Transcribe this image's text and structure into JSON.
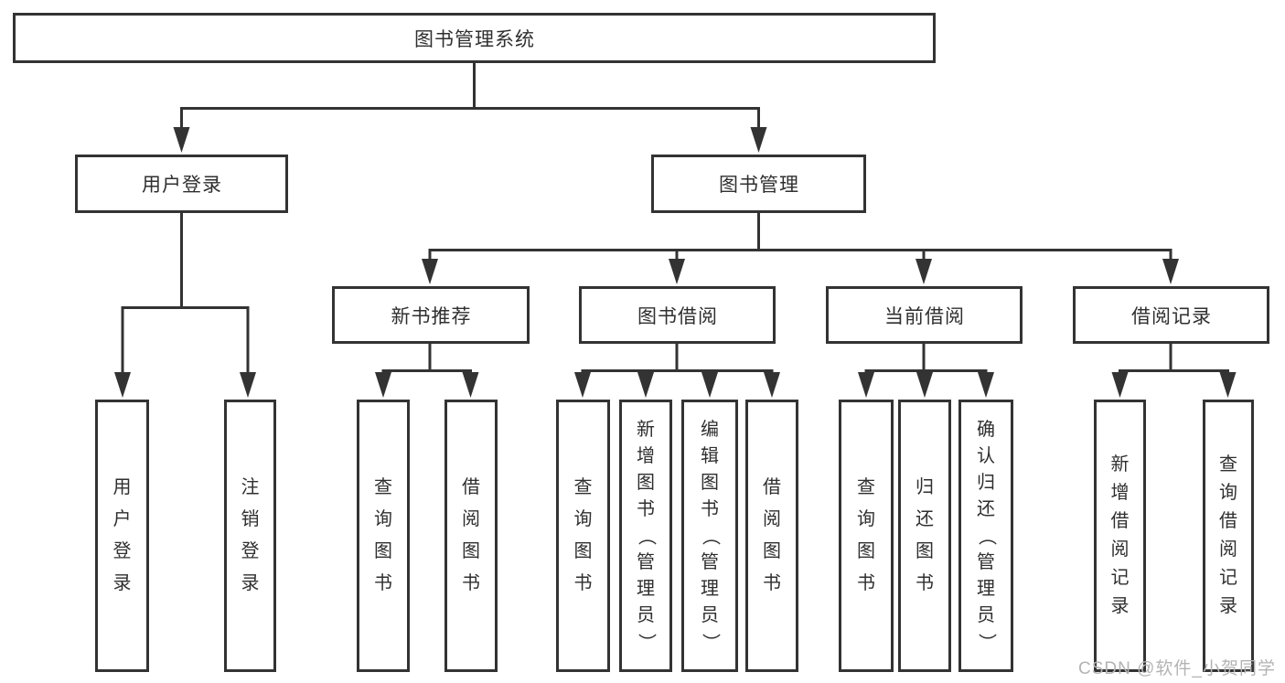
{
  "diagram_type": "hierarchy-tree",
  "tree": {
    "label": "图书管理系统",
    "children": [
      {
        "label": "用户登录",
        "children": [
          {
            "label": "用户登录"
          },
          {
            "label": "注销登录"
          }
        ]
      },
      {
        "label": "图书管理",
        "children": [
          {
            "label": "新书推荐",
            "children": [
              {
                "label": "查询图书"
              },
              {
                "label": "借阅图书"
              }
            ]
          },
          {
            "label": "图书借阅",
            "children": [
              {
                "label": "查询图书"
              },
              {
                "label": "新增图书（管理员）"
              },
              {
                "label": "编辑图书（管理员）"
              },
              {
                "label": "借阅图书"
              }
            ]
          },
          {
            "label": "当前借阅",
            "children": [
              {
                "label": "查询图书"
              },
              {
                "label": "归还图书"
              },
              {
                "label": "确认归还（管理员）"
              }
            ]
          },
          {
            "label": "借阅记录",
            "children": [
              {
                "label": "新增借阅记录"
              },
              {
                "label": "查询借阅记录"
              }
            ]
          }
        ]
      }
    ]
  },
  "watermark": {
    "text": "CSDN @软件_小贺同学"
  },
  "colors": {
    "line": "#333333",
    "text": "#2f2f2f",
    "watermark": "#b3b3b3",
    "background": "#ffffff"
  }
}
